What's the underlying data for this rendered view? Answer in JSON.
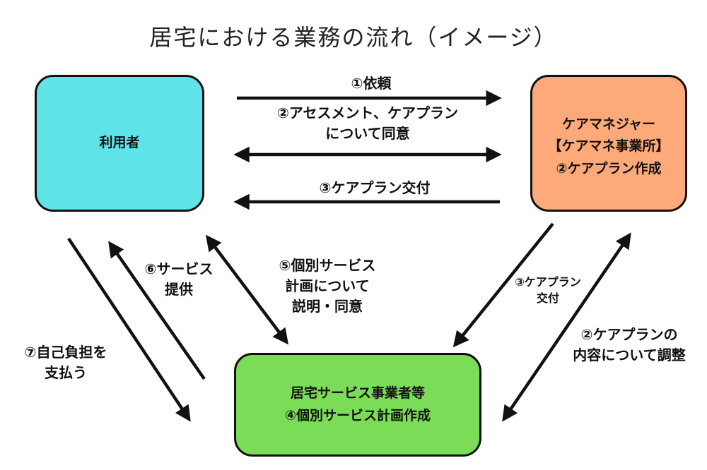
{
  "title": "居宅における業務の流れ（イメージ）",
  "nodes": {
    "user": {
      "label": "利用者",
      "color": "#5ee4e8"
    },
    "care_manager": {
      "lines": [
        "ケアマネジャー",
        "【ケアマネ事業所】",
        "②ケアプラン作成"
      ],
      "color": "#fda97a"
    },
    "provider": {
      "lines": [
        "居宅サービス事業者等",
        "④個別サービス計画作成"
      ],
      "color": "#7bdc57"
    }
  },
  "edges": {
    "request": "①依頼",
    "assessment": [
      "②アセスメント、ケアプラン",
      "について同意"
    ],
    "plan_delivery_top": "③ケアプラン交付",
    "plan_delivery_side": [
      "③ケアプラン",
      "交付"
    ],
    "plan_adjust": [
      "②ケアプランの",
      "内容について調整"
    ],
    "individual_plan": [
      "⑤個別サービス",
      "計画について",
      "説明・同意"
    ],
    "service_provision": [
      "⑥サービス",
      "提供"
    ],
    "self_pay": [
      "⑦自己負担を",
      "支払う"
    ]
  }
}
